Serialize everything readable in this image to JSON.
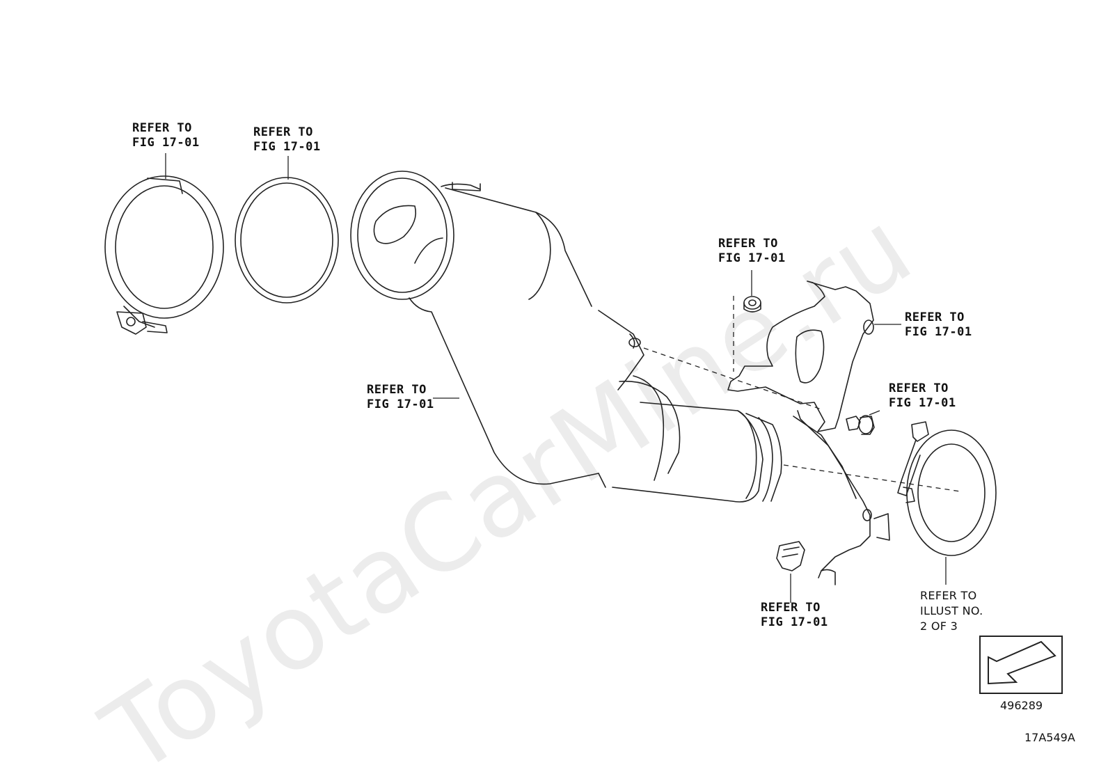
{
  "watermark": "ToyotaCarMine.ru",
  "callouts": [
    {
      "id": "clamp",
      "line1": "REFER TO",
      "line2": "FIG 17-01"
    },
    {
      "id": "gasket",
      "line1": "REFER TO",
      "line2": "FIG 17-01"
    },
    {
      "id": "nut",
      "line1": "REFER TO",
      "line2": "FIG 17-01"
    },
    {
      "id": "bracket-upper",
      "line1": "REFER TO",
      "line2": "FIG 17-01"
    },
    {
      "id": "converter",
      "line1": "REFER TO",
      "line2": "FIG 17-01"
    },
    {
      "id": "bolt",
      "line1": "REFER TO",
      "line2": "FIG 17-01"
    },
    {
      "id": "clip",
      "line1": "REFER TO",
      "line2": "FIG 17-01"
    },
    {
      "id": "ring-gasket",
      "line1": "REFER TO",
      "line2": "ILLUST NO.",
      "line3": "2 OF 3"
    }
  ],
  "direction_box_code": "496289",
  "figure_code": "17A549A",
  "colors": {
    "line": "#222222",
    "watermark": "#ececec"
  }
}
